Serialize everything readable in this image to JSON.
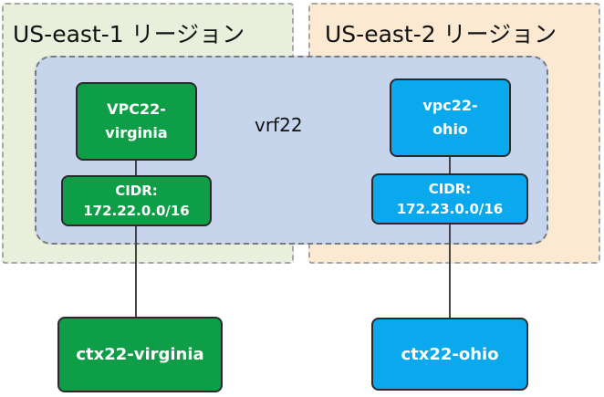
{
  "regions": [
    {
      "label": "US-east-1 リージョン",
      "color": "#e8f0dc"
    },
    {
      "label": "US-east-2 リージョン",
      "color": "#fbe9d1"
    }
  ],
  "vrf": {
    "label": "vrf22",
    "color": "#c6d5ec"
  },
  "vpcs": {
    "virginia": {
      "line1": "VPC22-",
      "line2": "virginia",
      "color": "#0e9e47"
    },
    "ohio": {
      "line1": "vpc22-",
      "line2": "ohio",
      "color": "#0aa8ec"
    }
  },
  "cidrs": {
    "virginia": {
      "title": "CIDR:",
      "value": "172.22.0.0/16"
    },
    "ohio": {
      "title": "CIDR:",
      "value": "172.23.0.0/16"
    }
  },
  "contexts": {
    "virginia": {
      "label": "ctx22-virginia"
    },
    "ohio": {
      "label": "ctx22-ohio"
    }
  }
}
